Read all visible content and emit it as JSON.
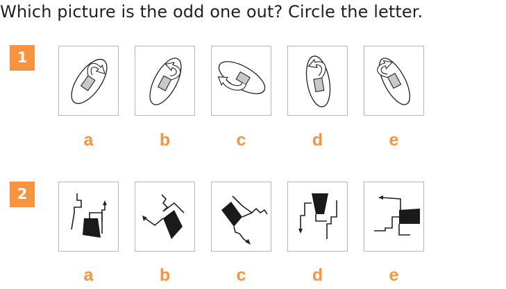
{
  "instruction": "Which picture is the odd one out? Circle the letter.",
  "accent_color": "#f7943d",
  "questions": [
    {
      "number": "1",
      "options": [
        "a",
        "b",
        "c",
        "d",
        "e"
      ]
    },
    {
      "number": "2",
      "options": [
        "a",
        "b",
        "c",
        "d",
        "e"
      ]
    }
  ]
}
